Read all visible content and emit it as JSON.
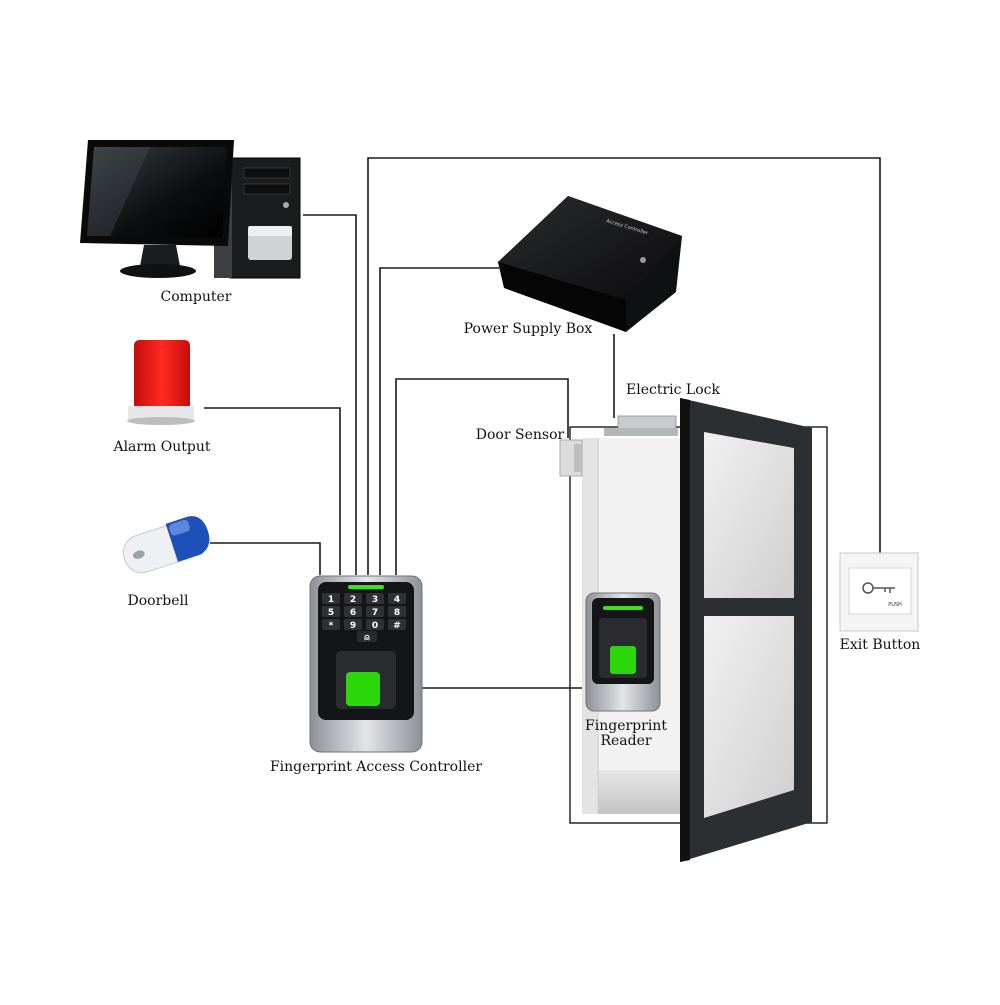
{
  "labels": {
    "computer": "Computer",
    "alarm": "Alarm Output",
    "doorbell": "Doorbell",
    "controller": "Fingerprint Access Controller",
    "power_supply": "Power Supply Box",
    "electric_lock": "Electric Lock",
    "door_sensor": "Door Sensor",
    "reader_line1": "Fingerprint",
    "reader_line2": "Reader",
    "exit_button": "Exit Button"
  },
  "device_text": {
    "power_box_label": "Access Controller",
    "exit_push": "PUSH",
    "keypad_keys": [
      "1",
      "2",
      "3",
      "4",
      "5",
      "6",
      "7",
      "8",
      "*",
      "9",
      "0",
      "#"
    ]
  },
  "colors": {
    "alarm_red": "#e8120f",
    "fingerprint_green": "#2bd60a",
    "doorbell_blue": "#1f4fb8",
    "door_frame": "#2c2f31"
  }
}
